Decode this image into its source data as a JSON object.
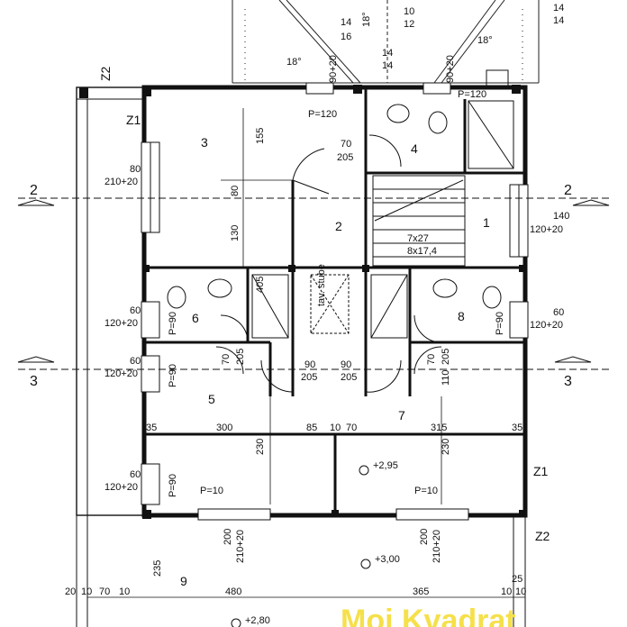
{
  "rooms": [
    {
      "id": "r1",
      "label": "1"
    },
    {
      "id": "r2",
      "label": "2"
    },
    {
      "id": "r3",
      "label": "3"
    },
    {
      "id": "r4",
      "label": "4"
    },
    {
      "id": "r5",
      "label": "5"
    },
    {
      "id": "r6",
      "label": "6"
    },
    {
      "id": "r7",
      "label": "7"
    },
    {
      "id": "r8",
      "label": "8"
    },
    {
      "id": "r9",
      "label": "9"
    }
  ],
  "sections": {
    "s2": "2",
    "s3": "3"
  },
  "tags": {
    "z1": "Z1",
    "z2": "Z2"
  },
  "levels": {
    "l295": "+2,95",
    "l300": "+3,00",
    "l280": "+2,80"
  },
  "stair": {
    "steps1": "7x27",
    "steps2": "8x17,4",
    "note": "tav. stube"
  },
  "angles": {
    "a18": "18°"
  },
  "labels": {
    "p120": "P=120",
    "p10": "P=10",
    "p90": "P=90",
    "w80": "80",
    "w210_20": "210+20",
    "w60": "60",
    "w120_20": "120+20",
    "w140": "140",
    "w90_20": "90+20",
    "w14": "14",
    "w16": "16",
    "w10": "10",
    "w12": "12",
    "d70": "70",
    "d205": "205",
    "d90": "90",
    "d155": "155",
    "d130": "130",
    "d300": "300",
    "d85": "85",
    "d315": "315",
    "d35": "35",
    "d230": "230",
    "d200": "200",
    "d235": "235",
    "d480": "480",
    "d365": "365",
    "d20": "20",
    "d25": "25",
    "d110": "110",
    "d405": "405"
  },
  "watermark": "Moj Kvadrat"
}
